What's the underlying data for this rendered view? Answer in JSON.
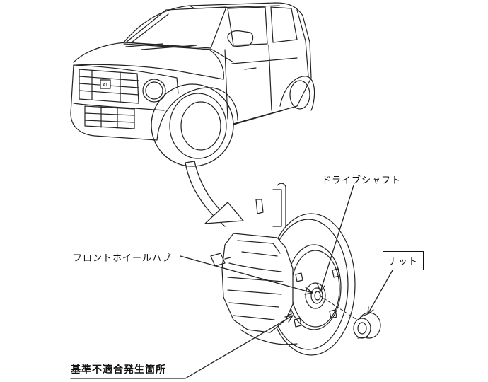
{
  "labels": {
    "drive_shaft": "ドライブシャフト",
    "front_wheel_hub": "フロントホイールハブ",
    "nut": "ナット",
    "nonconformity_location": "基準不適合発生箇所"
  },
  "emblem": "AL"
}
